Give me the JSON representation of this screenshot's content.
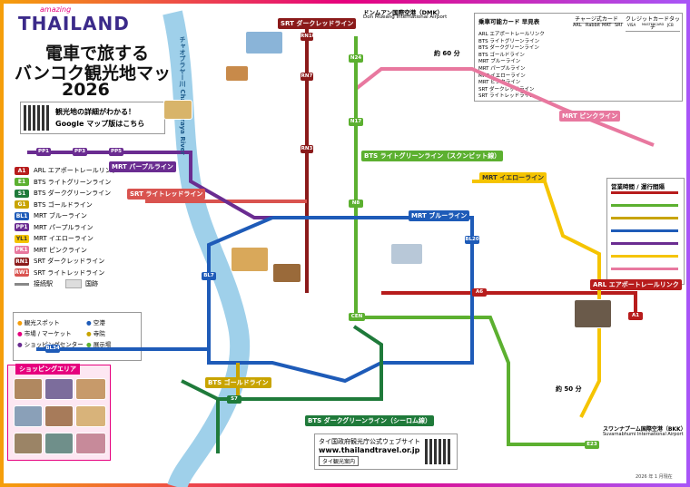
{
  "header": {
    "logo_small": "amazing",
    "logo_big": "THAILAND",
    "title_line1": "電車で旅する",
    "title_line2": "バンコク観光地マップ",
    "title_line3": "2026",
    "qr_text_line1": "観光地の詳細がわかる！",
    "qr_text_line2": "Google マップ版はこちら"
  },
  "legend": {
    "items": [
      {
        "code": "A1",
        "label": "ARL エアポートレールリンク",
        "color": "#b71c1c"
      },
      {
        "code": "E1",
        "label": "BTS ライトグリーンライン",
        "color": "#5cb030"
      },
      {
        "code": "S1",
        "label": "BTS ダークグリーンライン",
        "color": "#1f7a3a"
      },
      {
        "code": "G1",
        "label": "BTS ゴールドライン",
        "color": "#c8a400"
      },
      {
        "code": "BL1",
        "label": "MRT ブルーライン",
        "color": "#1e5bb8"
      },
      {
        "code": "PP1",
        "label": "MRT パープルライン",
        "color": "#6a2c91"
      },
      {
        "code": "YL1",
        "label": "MRT イエローライン",
        "color": "#f5c400"
      },
      {
        "code": "PK1",
        "label": "MRT ピンクライン",
        "color": "#e8789f"
      },
      {
        "code": "RN1",
        "label": "SRT ダークレッドライン",
        "color": "#8b1a1a"
      },
      {
        "code": "RW1",
        "label": "SRT ライトレッドライン",
        "color": "#d9534f"
      }
    ],
    "transfer": "接続駅",
    "park": "国跡"
  },
  "poi_legend": {
    "items": [
      "観光スポット",
      "市場 / マーケット",
      "ショッピングセンター",
      "空港",
      "寺院",
      "展示場"
    ]
  },
  "shopping": {
    "title": "ショッピングエリア"
  },
  "fare_table": {
    "title": "乗車可能カード 早見表",
    "col_group1": "チャージ式カード",
    "col_group2": "クレジットカードタッチ",
    "cols": [
      "ARL",
      "Rabbit",
      "MRT",
      "SRT",
      "VISA",
      "MASTERCARD",
      "JCB"
    ],
    "rows": [
      "ARL エアポートレールリンク",
      "BTS ライトグリーンライン",
      "BTS ダークグリーンライン",
      "BTS ゴールドライン",
      "MRT ブルーライン",
      "MRT パープルライン",
      "MRT イエローライン",
      "MRT ピンクライン",
      "SRT ダークレッドライン",
      "SRT ライトレッドライン"
    ]
  },
  "hours": {
    "title": "営業時間 / 運行間隔"
  },
  "lines": {
    "arl": "ARL エアポートレールリンク",
    "srt_dark": "SRT ダークレッドライン",
    "srt_light": "SRT ライトレッドライン",
    "mrt_pink": "MRT ピンクライン",
    "mrt_yellow": "MRT イエローライン",
    "mrt_blue": "MRT ブルーライン",
    "mrt_purple": "MRT パープルライン",
    "bts_light": "BTS ライトグリーンライン（スクンビット線）",
    "bts_dark": "BTS ダークグリーンライン（シーロム線）",
    "bts_gold": "BTS ゴールドライン"
  },
  "airports": {
    "dmk": "ドンムアン国際空港（DMK）",
    "dmk_en": "Don Mueang International Airport",
    "dmk_time": "約 60 分",
    "bkk": "スワンナプーム国際空港（BKK）",
    "bkk_en": "Suvarnabhumi International Airport",
    "bkk_time": "約 50 分"
  },
  "river": "チャオプラヤー川 Chao Phraya River",
  "website": {
    "line1": "タイ国政府観光庁公式ウェブサイト",
    "url": "www.thailandtravel.or.jp",
    "search": "タイ観光案内"
  },
  "footer": "2026 年 1 月現在"
}
